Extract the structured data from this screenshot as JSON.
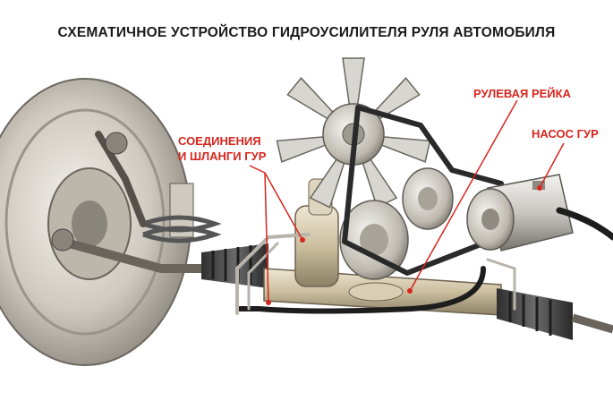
{
  "title": "СХЕМАТИЧНОЕ УСТРОЙСТВО ГИДРОУСИЛИТЕЛЯ РУЛЯ АВТОМОБИЛЯ",
  "labels": {
    "connections_line1": "СОЕДИНЕНИЯ",
    "connections_line2": "И ШЛАНГИ ГУР",
    "steering_rack": "РУЛЕВАЯ РЕЙКА",
    "pump": "НАСОС ГУР"
  },
  "colors": {
    "label_red": "#d7261e",
    "title": "#1a1a1a",
    "metal_light": "#d9d6cf",
    "metal_dark": "#5a5650",
    "hose": "#1d1d1d",
    "belt": "#2a2a2a"
  }
}
